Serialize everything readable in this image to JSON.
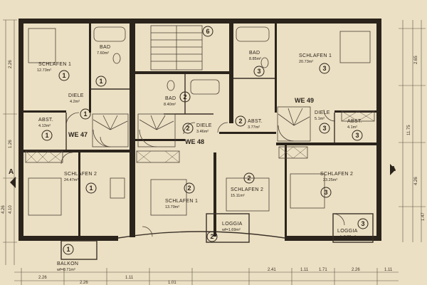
{
  "plan": {
    "units": [
      {
        "id": "WE 47",
        "number": "1",
        "rooms": [
          {
            "name": "SCHLAFEN 1",
            "area": "12.73m²"
          },
          {
            "name": "BAD",
            "area": "7.60m²"
          },
          {
            "name": "DIELE",
            "area": "4.2m²"
          },
          {
            "name": "ABST.",
            "area": "4.13m²"
          },
          {
            "name": "SCHLAFEN 2",
            "area": "24.47m²"
          },
          {
            "name": "BALKON",
            "area": "wf=0.71m²"
          }
        ]
      },
      {
        "id": "WE 48",
        "number": "2",
        "rooms": [
          {
            "name": "BAD",
            "area": "8.40m²"
          },
          {
            "name": "DIELE",
            "area": "3.46m²"
          },
          {
            "name": "ABST.",
            "area": "3.77m²"
          },
          {
            "name": "SCHLAFEN 1",
            "area": "13.79m²"
          },
          {
            "name": "SCHLAFEN 2",
            "area": "15.11m²"
          },
          {
            "name": "LOGGIA",
            "area": "wf=1.69m²"
          }
        ]
      },
      {
        "id": "WE 49",
        "number": "3",
        "rooms": [
          {
            "name": "BAD",
            "area": "8.85m²"
          },
          {
            "name": "SCHLAFEN 1",
            "area": "20.73m²"
          },
          {
            "name": "DIELE",
            "area": "5.1m²"
          },
          {
            "name": "ABST.",
            "area": "4.1m²"
          },
          {
            "name": "SCHLAFEN 2",
            "area": "23.25m²"
          },
          {
            "name": "LOGGIA",
            "area": "wf=3.39m²"
          }
        ]
      }
    ],
    "stair_core_number": "6",
    "section_marker": "A",
    "dimensions": {
      "bottom": [
        "2.26",
        "2.26",
        "1.11",
        "1.01",
        "2.41",
        "1.11",
        "1.71",
        "2.26",
        "1.11"
      ],
      "left": [
        "2.26",
        "1.26",
        "4.10",
        "4.26"
      ],
      "right": [
        "2.65",
        "11.75",
        "4.26",
        "1.47"
      ]
    }
  }
}
